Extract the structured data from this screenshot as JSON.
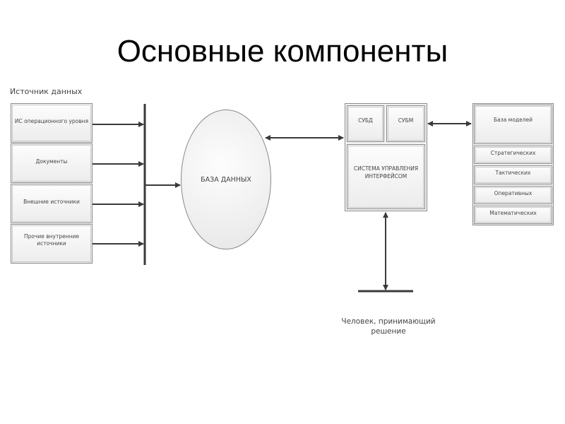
{
  "title": "Основные компоненты",
  "sources": {
    "heading": "Источник данных",
    "items": [
      {
        "label": "ИС операционного уровня"
      },
      {
        "label": "Документы"
      },
      {
        "label": "Внешние источники"
      },
      {
        "label": "Прочие внутренние источники"
      }
    ]
  },
  "database": {
    "label": "БАЗА ДАННЫХ"
  },
  "system": {
    "dbms": "СУБД",
    "mbms": "СУБМ",
    "interface": "СИСТЕМА УПРАВЛЕНИЯ ИНТЕРФЕЙСОМ"
  },
  "models": {
    "header": "База моделей",
    "items": [
      {
        "label": "Стратегических"
      },
      {
        "label": "Тактических"
      },
      {
        "label": "Оперативных"
      },
      {
        "label": "Математических"
      }
    ]
  },
  "decision_maker": {
    "label": "Человек, принимающий решение"
  }
}
